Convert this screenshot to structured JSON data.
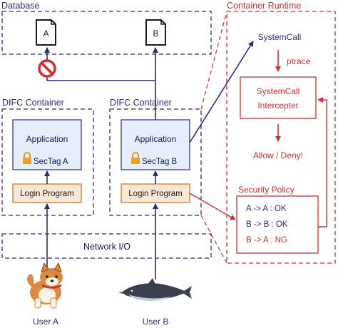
{
  "database": {
    "title": "Database",
    "doc_a": "A",
    "doc_b": "B"
  },
  "container_a": {
    "title": "DIFC Container",
    "app": "Application",
    "sectag": "SecTag A",
    "login": "Login Program"
  },
  "container_b": {
    "title": "DIFC Container",
    "app": "Application",
    "sectag": "SecTag B",
    "login": "Login Program"
  },
  "network": {
    "label": "Network I/O"
  },
  "runtime": {
    "title": "Container Runtime",
    "systemcall": "SystemCall",
    "ptrace": "ptrace",
    "interceptor_line1": "SystemCall",
    "interceptor_line2": "Intercepter",
    "decision": "Allow / Deny!"
  },
  "policy": {
    "title": "Security Policy",
    "rules": [
      "A -> A : OK",
      "B -> B : OK",
      "B -> A : NG"
    ]
  },
  "users": {
    "user_a": "User A",
    "user_b": "User B"
  },
  "colors": {
    "navy": "#2b2b7f",
    "red": "#d02e33",
    "app_fill": "#e6eefb",
    "login_fill": "#fbe7d5",
    "login_stroke": "#c9702c",
    "lock": "#f0a020"
  },
  "icons": [
    "document-icon",
    "no-access-icon",
    "lock-icon",
    "dog-icon",
    "dolphin-icon"
  ]
}
